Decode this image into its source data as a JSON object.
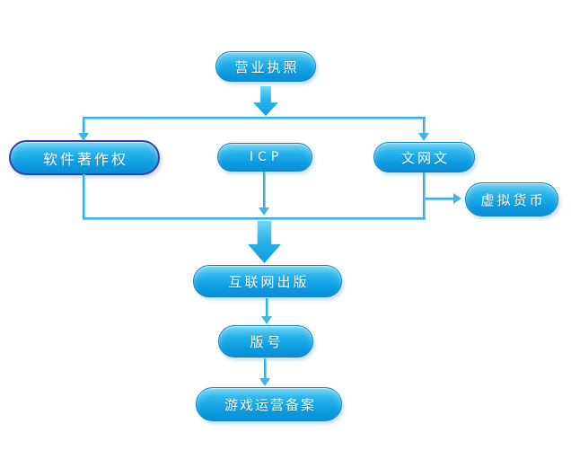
{
  "diagram": {
    "type": "flowchart",
    "nodes": [
      {
        "id": "business-license",
        "label": "营业执照"
      },
      {
        "id": "software-copyright",
        "label": "软件著作权",
        "highlighted": true
      },
      {
        "id": "icp",
        "label": "ICP"
      },
      {
        "id": "wen-wang-wen",
        "label": "文网文"
      },
      {
        "id": "virtual-currency",
        "label": "虚拟货币"
      },
      {
        "id": "internet-publishing",
        "label": "互联网出版"
      },
      {
        "id": "publication-number",
        "label": "版号"
      },
      {
        "id": "game-operation-filing",
        "label": "游戏运营备案"
      }
    ],
    "edges": [
      {
        "from": "business-license",
        "to": "software-copyright"
      },
      {
        "from": "business-license",
        "to": "icp"
      },
      {
        "from": "business-license",
        "to": "wen-wang-wen"
      },
      {
        "from": "wen-wang-wen",
        "to": "virtual-currency"
      },
      {
        "from": "software-copyright",
        "to": "internet-publishing"
      },
      {
        "from": "icp",
        "to": "internet-publishing"
      },
      {
        "from": "wen-wang-wen",
        "to": "internet-publishing"
      },
      {
        "from": "internet-publishing",
        "to": "publication-number"
      },
      {
        "from": "publication-number",
        "to": "game-operation-filing"
      }
    ],
    "colors": {
      "node_fill_top": "#4fc8f3",
      "node_fill_bottom": "#0a8ed6",
      "node_border": "#0c85cb",
      "highlight_border": "#3a3aae",
      "connector": "#2fa9e1",
      "connector_light": "#9adff7",
      "text": "#ffffff",
      "background": "#ffffff"
    }
  }
}
